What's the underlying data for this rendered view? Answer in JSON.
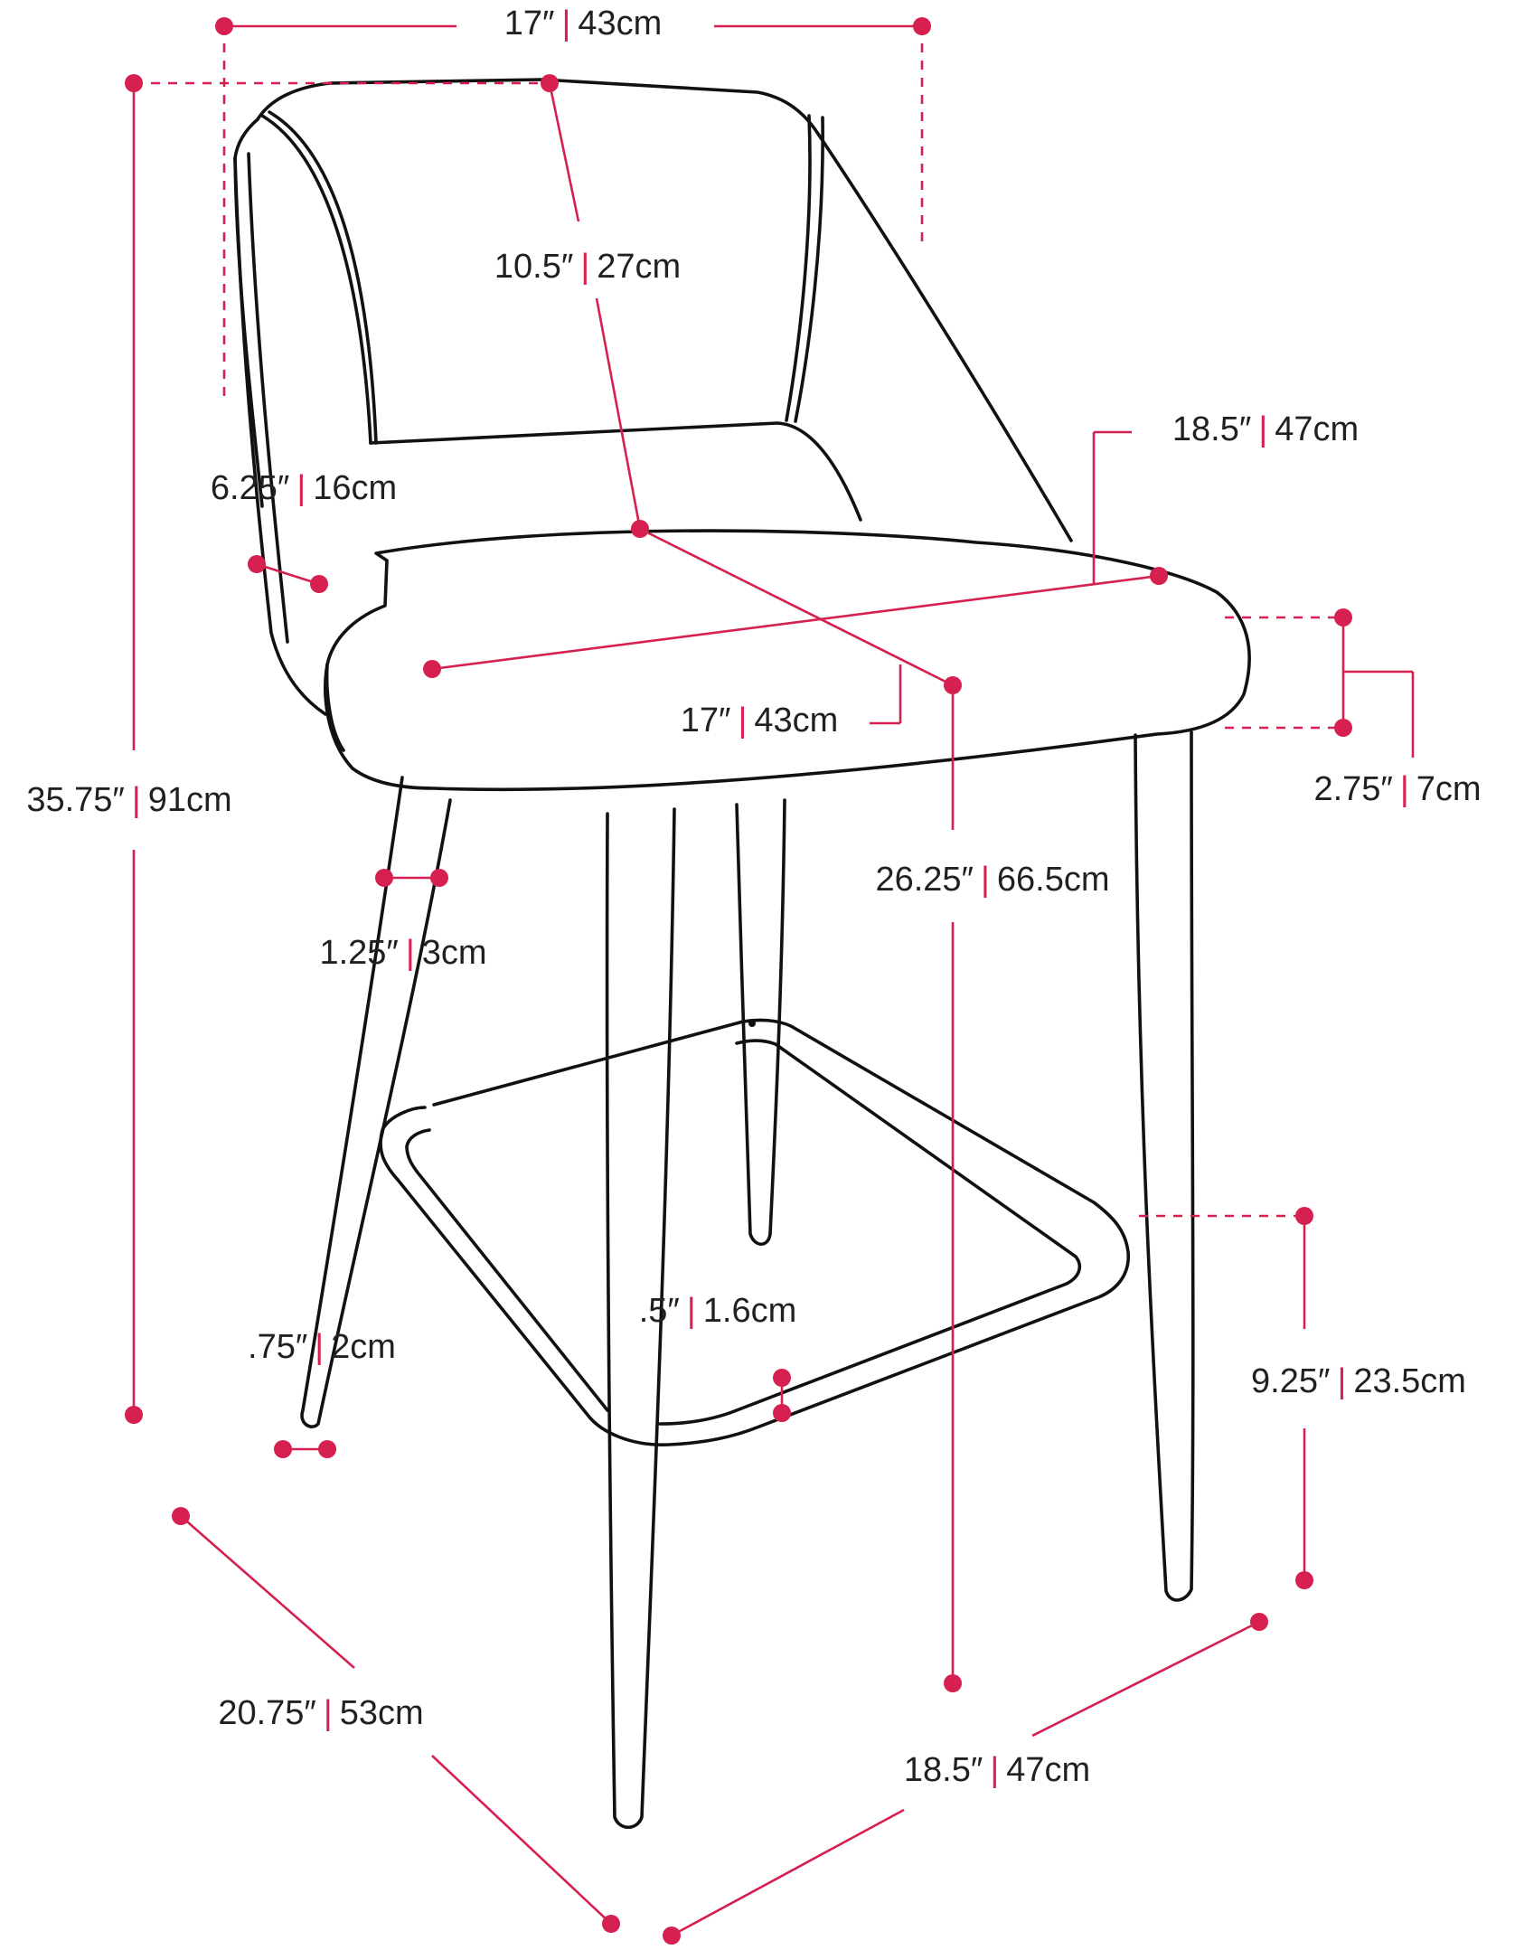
{
  "colors": {
    "accent": "#d6204f",
    "line": "#111111",
    "text": "#231f20"
  },
  "dimensions": [
    {
      "id": "top-width",
      "imperial": "17″",
      "metric": "43cm"
    },
    {
      "id": "back-height",
      "imperial": "10.5″",
      "metric": "27cm"
    },
    {
      "id": "seat-width",
      "imperial": "18.5″",
      "metric": "47cm"
    },
    {
      "id": "back-thickness",
      "imperial": "6.25″",
      "metric": "16cm"
    },
    {
      "id": "seat-depth",
      "imperial": "17″",
      "metric": "43cm"
    },
    {
      "id": "cushion-thickness",
      "imperial": "2.75″",
      "metric": "7cm"
    },
    {
      "id": "overall-height",
      "imperial": "35.75″",
      "metric": "91cm"
    },
    {
      "id": "seat-height",
      "imperial": "26.25″",
      "metric": "66.5cm"
    },
    {
      "id": "leg-width-top",
      "imperial": "1.25″",
      "metric": "3cm"
    },
    {
      "id": "leg-width-foot",
      "imperial": ".75″",
      "metric": "2cm"
    },
    {
      "id": "footrest-tube",
      "imperial": ".5″",
      "metric": "1.6cm"
    },
    {
      "id": "footrest-height",
      "imperial": "9.25″",
      "metric": "23.5cm"
    },
    {
      "id": "base-depth",
      "imperial": "20.75″",
      "metric": "53cm"
    },
    {
      "id": "base-width",
      "imperial": "18.5″",
      "metric": "47cm"
    }
  ]
}
